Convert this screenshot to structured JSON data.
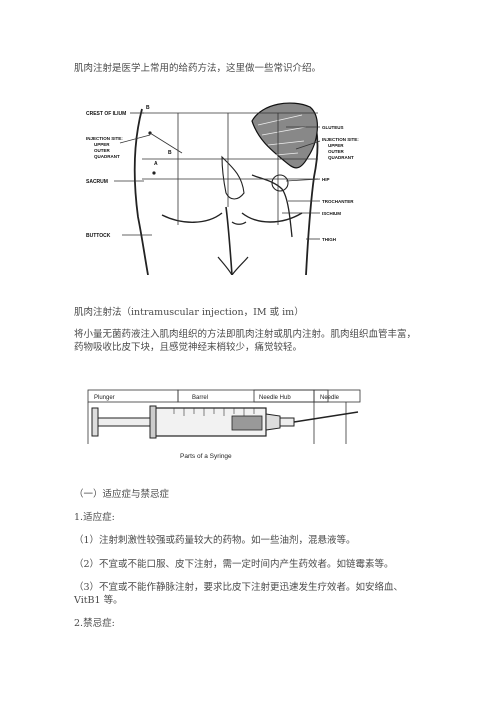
{
  "intro": "肌肉注射是医学上常用的给药方法，这里做一些常识介绍。",
  "buttock_figure": {
    "labels": {
      "crest": "CREST OF ILIUM",
      "injection_left": [
        "INJECTION SITE:",
        "UPPER",
        "OUTER",
        "QUADRANT"
      ],
      "sacrum": "SACRUM",
      "buttock": "BUTTOCK",
      "gluteus": "GLUTEUS",
      "injection_right": [
        "INJECTION SITE:",
        "UPPER",
        "OUTER",
        "QUADRANT"
      ],
      "hip": "HIP",
      "trochanter": "TROCHANTER",
      "ischium": "ISCHIUM",
      "thigh": "THIGH",
      "point_a": "A",
      "point_b": "B"
    }
  },
  "section_title": "肌肉注射法（intramuscular injection，IM 或 im）",
  "section_body": "将小量无菌药液注入肌肉组织的方法即肌肉注射或肌内注射。肌肉组织血管丰富，药物吸收比皮下块，且感觉神经末梢较少，痛觉较轻。",
  "syringe_figure": {
    "plunger": "Plunger",
    "barrel": "Barrel",
    "needle_hub": "Needle Hub",
    "needle": "Needle",
    "caption": "Parts of a Syringe"
  },
  "subsection": "（一）适应症与禁忌症",
  "indications_title": "1.适应症:",
  "items": [
    "（1）注射刺激性较强或药量较大的药物。如一些油剂，混悬液等。",
    "（2）不宜或不能口服、皮下注射，需一定时间内产生药效者。如链霉素等。",
    "（3）不宜或不能作静脉注射，要求比皮下注射更迅速发生疗效者。如安络血、VitB1 等。"
  ],
  "contra_title": "2.禁忌症:"
}
